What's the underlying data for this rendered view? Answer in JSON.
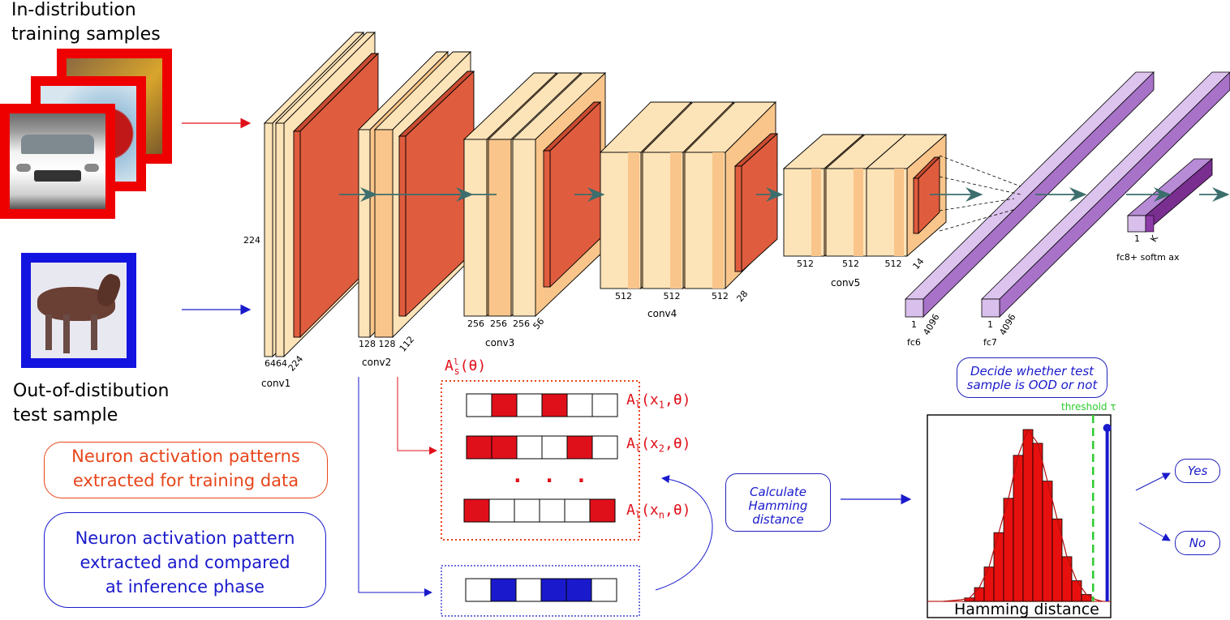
{
  "input": {
    "train_label_line1": "In-distribution",
    "train_label_line2": "training samples",
    "ood_label_line1": "Out-of-distibution",
    "ood_label_line2": "test sample"
  },
  "network": {
    "conv1": {
      "name": "conv1",
      "size": "224",
      "channels": [
        "64",
        "64",
        "224"
      ],
      "side": "224"
    },
    "conv2": {
      "name": "conv2",
      "channels": [
        "128",
        "128",
        "112"
      ]
    },
    "conv3": {
      "name": "conv3",
      "channels": [
        "256",
        "256",
        "256",
        "56"
      ]
    },
    "conv4": {
      "name": "conv4",
      "channels": [
        "512",
        "512",
        "512",
        "28"
      ]
    },
    "conv5": {
      "name": "conv5",
      "channels": [
        "512",
        "512",
        "512",
        "14"
      ]
    },
    "fc6": {
      "name": "fc6",
      "dims": [
        "1",
        "4096"
      ]
    },
    "fc7": {
      "name": "fc7",
      "dims": [
        "1",
        "4096"
      ]
    },
    "fc8": {
      "name": "fc8+ softm ax",
      "dims": [
        "1",
        "K"
      ]
    }
  },
  "activation": {
    "set_label": "A",
    "set_sup": "l",
    "set_sub": "s",
    "set_arg": "(θ)",
    "rows": [
      {
        "label": "A",
        "sub": "l",
        "arg": "(x",
        "idx": "1",
        "end": ",θ)",
        "cells": [
          0,
          1,
          0,
          1,
          0,
          0
        ]
      },
      {
        "label": "A",
        "sub": "l",
        "arg": "(x",
        "idx": "2",
        "end": ",θ)",
        "cells": [
          1,
          1,
          0,
          0,
          1,
          0
        ]
      },
      {
        "label": "A",
        "sub": "l",
        "arg": "(x",
        "idx": "n",
        "end": ",θ)",
        "cells": [
          1,
          0,
          0,
          0,
          0,
          1
        ]
      }
    ],
    "dots": ". . .",
    "test_cells": [
      0,
      1,
      0,
      1,
      1,
      0
    ]
  },
  "legend": {
    "train_line1": "Neuron activation patterns",
    "train_line2": "extracted for training data",
    "test_line1": "Neuron activation pattern",
    "test_line2": "extracted and compared",
    "test_line3": "at inference phase"
  },
  "process": {
    "hamming_line1": "Calculate",
    "hamming_line2": "Hamming",
    "hamming_line3": "distance",
    "decide_line1": "Decide whether test",
    "decide_line2": "sample is OOD or not",
    "yes": "Yes",
    "no": "No"
  },
  "histogram": {
    "xlabel": "Hamming distance",
    "threshold_label": "threshold τ",
    "bins": [
      0.02,
      0.08,
      0.2,
      0.4,
      0.6,
      0.85,
      1.0,
      0.92,
      0.7,
      0.48,
      0.26,
      0.12,
      0.04
    ],
    "threshold_pos": 0.78,
    "test_pos": 0.87
  },
  "colors": {
    "red": "#e0101a",
    "blue": "#1a1acc",
    "orange": "#e8451a",
    "conv_light": "#fde3b8",
    "conv_mid": "#f9c58a",
    "conv_dark": "#e05c3e",
    "fc": "#c9a6e0",
    "green": "#2ecc2e"
  }
}
